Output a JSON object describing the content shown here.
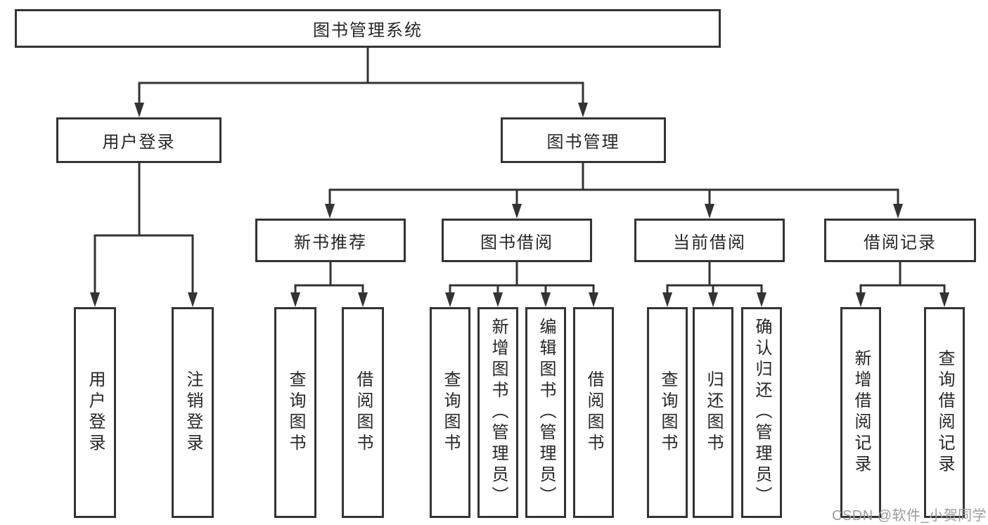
{
  "nodes": {
    "root": "图书管理系统",
    "user_login": "用户登录",
    "book_management": "图书管理",
    "login_child_1": "用户登录",
    "login_child_2": "注销登录",
    "new_books": "新书推荐",
    "book_borrowing": "图书借阅",
    "current_borrowing": "当前借阅",
    "borrow_records": "借阅记录",
    "newbooks_child_1": "查询图书",
    "newbooks_child_2": "借阅图书",
    "borrowing_child_1": "查询图书",
    "borrowing_child_2": "新增图书（管理员）",
    "borrowing_child_3": "编辑图书（管理员）",
    "borrowing_child_4": "借阅图书",
    "current_child_1": "查询图书",
    "current_child_2": "归还图书",
    "current_child_3": "确认归还（管理员）",
    "records_child_1": "新增借阅记录",
    "records_child_2": "查询借阅记录"
  },
  "watermark": "CSDN @软件_小贺同学",
  "colors": {
    "line": "#333333",
    "text": "#262626",
    "watermark": "#9c9c9c",
    "background": "#ffffff"
  }
}
